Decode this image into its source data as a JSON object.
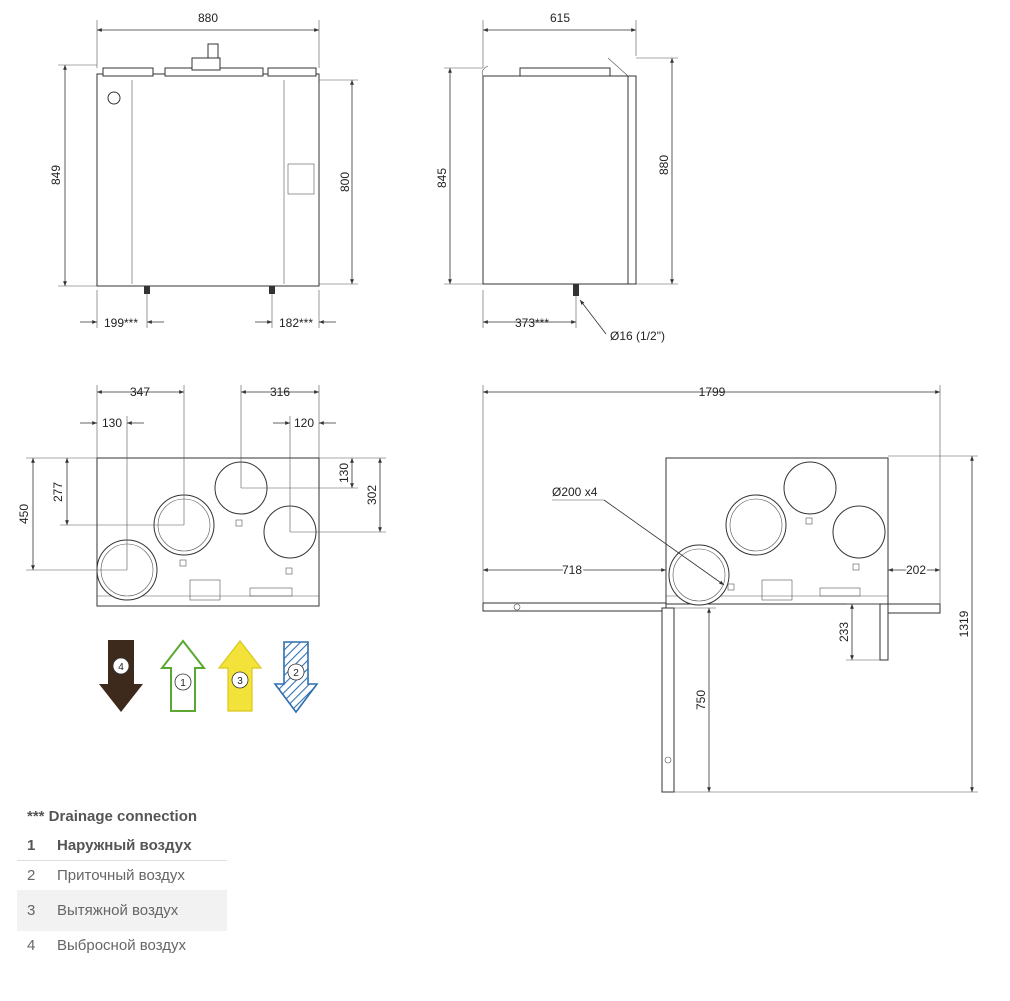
{
  "dims": {
    "front_width": "880",
    "front_height": "849",
    "front_inner_height": "800",
    "front_drain_left": "199***",
    "front_drain_right": "182***",
    "side_width": "615",
    "side_height": "845",
    "side_height_total": "880",
    "side_drain": "373***",
    "side_drain_diameter": "Ø16 (1/2\")",
    "top_347": "347",
    "top_316": "316",
    "top_130_left": "130",
    "top_120": "120",
    "top_130_right": "130",
    "top_277": "277",
    "top_450": "450",
    "top_302": "302",
    "plan_1799": "1799",
    "plan_duct_diameter": "Ø200 x4",
    "plan_718": "718",
    "plan_202": "202",
    "plan_233": "233",
    "plan_750": "750",
    "plan_1319": "1319"
  },
  "arrows": [
    {
      "label": "4",
      "color": "#3d2a1c"
    },
    {
      "label": "1",
      "color": "#5aa832"
    },
    {
      "label": "3",
      "color": "#f2e23a"
    },
    {
      "label": "2",
      "color": "#2f6fb0"
    }
  ],
  "legend": {
    "note": "*** Drainage connection",
    "items": [
      {
        "num": "1",
        "text": "Наружный воздух"
      },
      {
        "num": "2",
        "text": "Приточный воздух"
      },
      {
        "num": "3",
        "text": "Вытяжной воздух"
      },
      {
        "num": "4",
        "text": "Выбросной воздух"
      }
    ]
  }
}
